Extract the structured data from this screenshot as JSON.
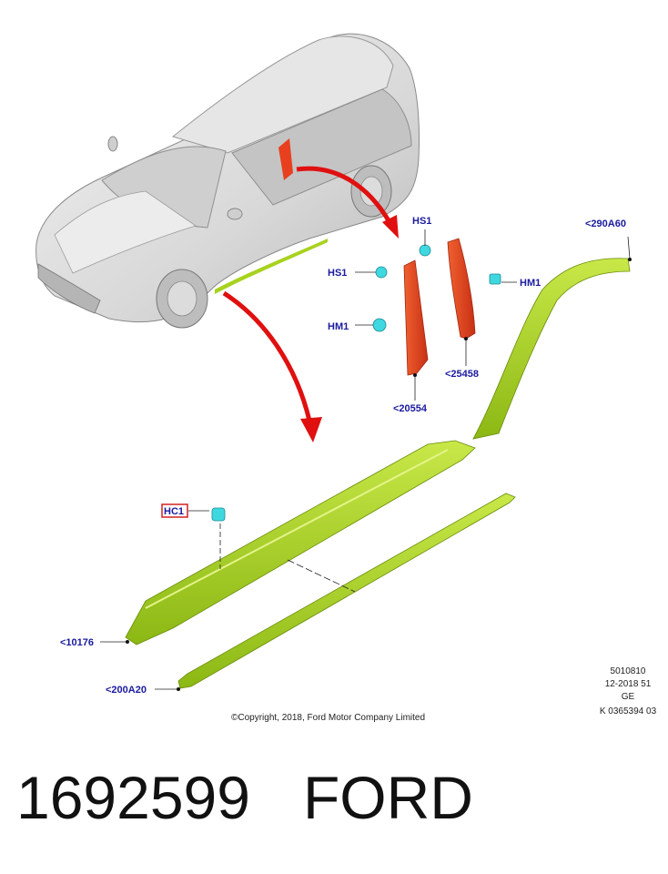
{
  "callouts": {
    "hs1_top": "HS1",
    "hs1_left": "HS1",
    "hm1_right": "HM1",
    "hm1_left": "HM1",
    "p290a60": "<290A60",
    "p25458": "<25458",
    "p20554": "<20554",
    "hc1": "HC1",
    "p10176": "<10176",
    "p200a20": "<200A20"
  },
  "footer": {
    "copyright": "©Copyright, 2018, Ford Motor Company Limited",
    "ref_line1": "5010810",
    "ref_line2": "12-2018 51",
    "ref_line3": "GE",
    "ref_line4": "K 0365394 03"
  },
  "caption": {
    "part_number": "1692599",
    "brand": "FORD"
  },
  "colors": {
    "callout_text": "#1a1aa0",
    "hc1_box": "#d22020",
    "trim_green": "#a8d21e",
    "trim_red": "#e8401e",
    "arrow_red": "#e01010",
    "clip_cyan": "#40d8e0",
    "car_gray": "#d9d9d9"
  }
}
